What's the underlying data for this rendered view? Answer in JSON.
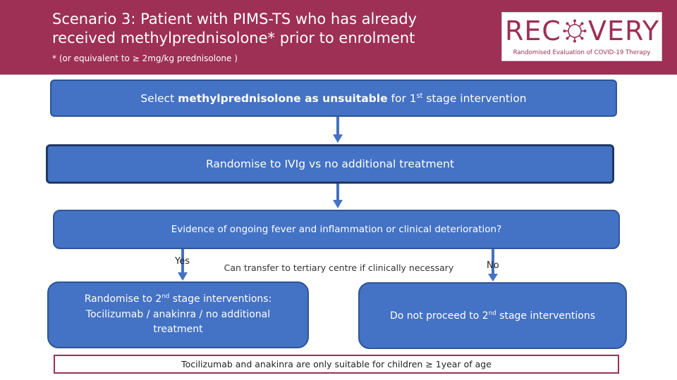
{
  "header": {
    "title": "Scenario 3: Patient with PIMS-TS who has already received methylprednisolone* prior to enrolment",
    "footnote": "* (or equivalent to  ≥ 2mg/kg prednisolone )",
    "logo": {
      "word_prefix": "REC",
      "word_suffix": "VERY",
      "subtitle": "Randomised Evaluation of COVID-19 Therapy",
      "icon": "virus-icon"
    },
    "brand_color": "#9e2f55"
  },
  "flowchart": {
    "box_color": "#4472c4",
    "step1": {
      "prefix": "Select ",
      "bold": "methylprednisolone as unsuitable",
      "mid": " for 1",
      "sup": "st",
      "suffix": " stage intervention"
    },
    "step2": {
      "text": "Randomise to IVIg vs no additional treatment"
    },
    "step3": {
      "text": "Evidence of ongoing fever and inflammation or clinical deterioration?"
    },
    "yes_label": "Yes",
    "no_label": "No",
    "transfer_note": "Can transfer to tertiary centre if clinically necessary",
    "yes_box": {
      "line1_prefix": "Randomise to 2",
      "line1_sup": "nd",
      "line1_suffix": " stage interventions:",
      "line2": "Tocilizumab / anakinra / no additional",
      "line3": "treatment"
    },
    "no_box": {
      "prefix": "Do not proceed to 2",
      "sup": "nd",
      "suffix": " stage interventions"
    },
    "bottom_note": "Tocilizumab and anakinra are only suitable for children ≥ 1year of age"
  }
}
